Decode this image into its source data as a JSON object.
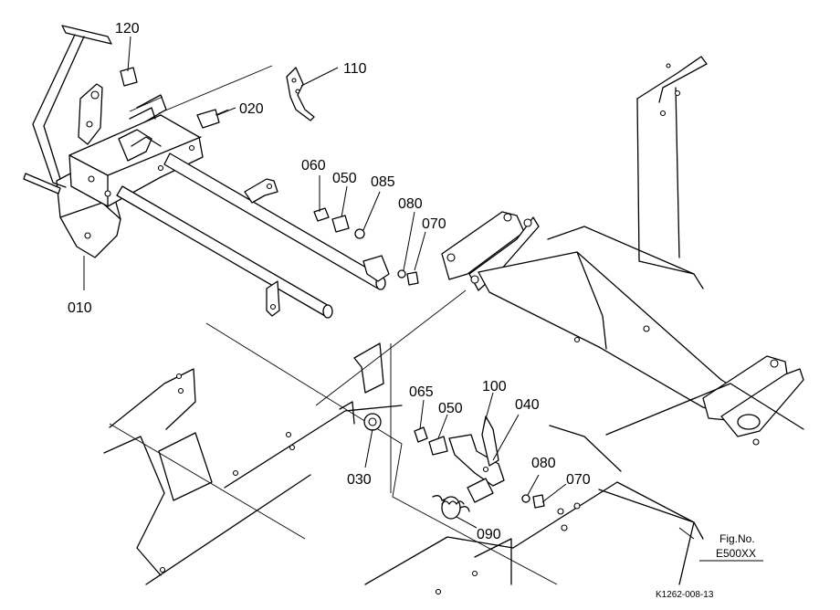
{
  "part_labels": {
    "p120": "120",
    "p110": "110",
    "p020": "020",
    "p060": "060",
    "p050_top": "050",
    "p085": "085",
    "p080_top": "080",
    "p070_top": "070",
    "p010": "010",
    "p065": "065",
    "p050_bottom": "050",
    "p100": "100",
    "p040": "040",
    "p030": "030",
    "p080_bottom": "080",
    "p070_bottom": "070",
    "p090": "090"
  },
  "figure": {
    "fig_label": "Fig.No.",
    "fig_number": "E500XX"
  },
  "drawing_code": "K1262-008-13"
}
